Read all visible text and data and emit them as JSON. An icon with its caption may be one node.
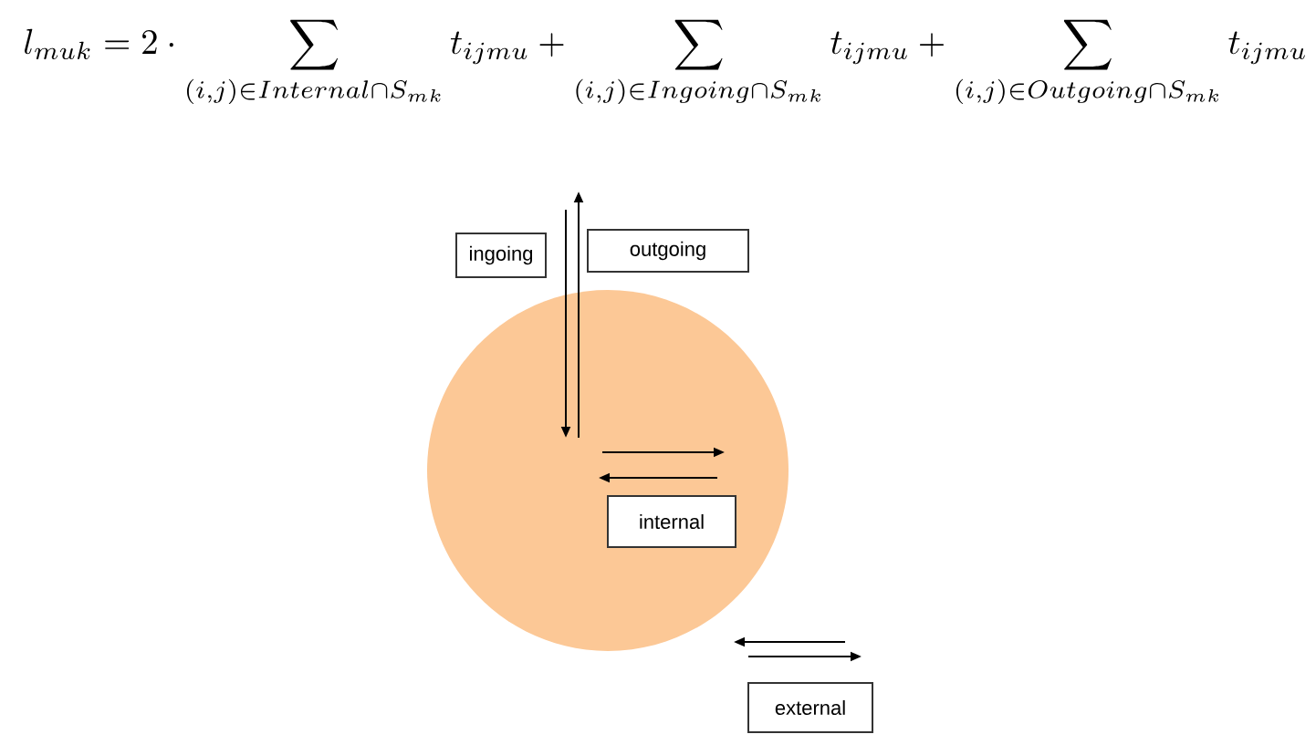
{
  "diagram": {
    "nodes": [
      {
        "text": [],
        "shape": "circle"
      },
      {
        "text": [
          "ingoing"
        ]
      },
      {
        "text": [
          "outgoing"
        ]
      },
      {
        "text": [
          "internal"
        ],
        "in": 0
      },
      {
        "text": [
          "external"
        ]
      }
    ],
    "labels": [
      "l_{muk} = 2 \\cdot \\sum_{(i,j) \\in Internal \\cap S_{mk}} t_{ijmu} + \\sum_{(i,j) \\in Ingoing \\cap S_{mk}} t_{ijmu} + \\sum_{(i,j) \\in Outgoing \\cap S_{mk}} t_{ijmu}"
    ]
  }
}
